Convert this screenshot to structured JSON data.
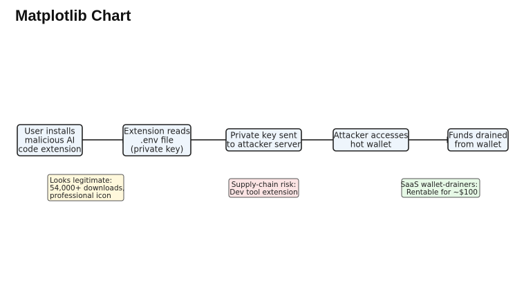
{
  "page": {
    "title": "Matplotlib Chart"
  },
  "diagram": {
    "colors": {
      "node_fill": "#eef5fc",
      "stroke": "#222222",
      "note_yellow": "#fff8dc",
      "note_red": "#fce4e4",
      "note_green": "#e6f9e6"
    },
    "nodes": [
      {
        "id": "install",
        "lines": [
          "User installs",
          "malicious AI",
          "code extension"
        ]
      },
      {
        "id": "read-env",
        "lines": [
          "Extension reads",
          ".env file",
          "(private key)"
        ]
      },
      {
        "id": "send-key",
        "lines": [
          "Private key sent",
          "to attacker server"
        ]
      },
      {
        "id": "access-wallet",
        "lines": [
          "Attacker accesses",
          "hot wallet"
        ]
      },
      {
        "id": "drain",
        "lines": [
          "Funds drained",
          "from wallet"
        ]
      }
    ],
    "edges": [
      {
        "from": "install",
        "to": "read-env"
      },
      {
        "from": "read-env",
        "to": "send-key"
      },
      {
        "from": "send-key",
        "to": "access-wallet"
      },
      {
        "from": "access-wallet",
        "to": "drain"
      }
    ],
    "notes": [
      {
        "id": "legit",
        "color": "note_yellow",
        "align": "left",
        "lines": [
          "Looks legitimate:",
          "54,000+ downloads,",
          "professional icon"
        ]
      },
      {
        "id": "supply-chain",
        "color": "note_red",
        "align": "center",
        "lines": [
          "Supply-chain risk:",
          "Dev tool extension"
        ]
      },
      {
        "id": "saas",
        "color": "note_green",
        "align": "right",
        "lines": [
          "SaaS wallet-drainers:",
          "Rentable for ~$100"
        ]
      }
    ]
  }
}
